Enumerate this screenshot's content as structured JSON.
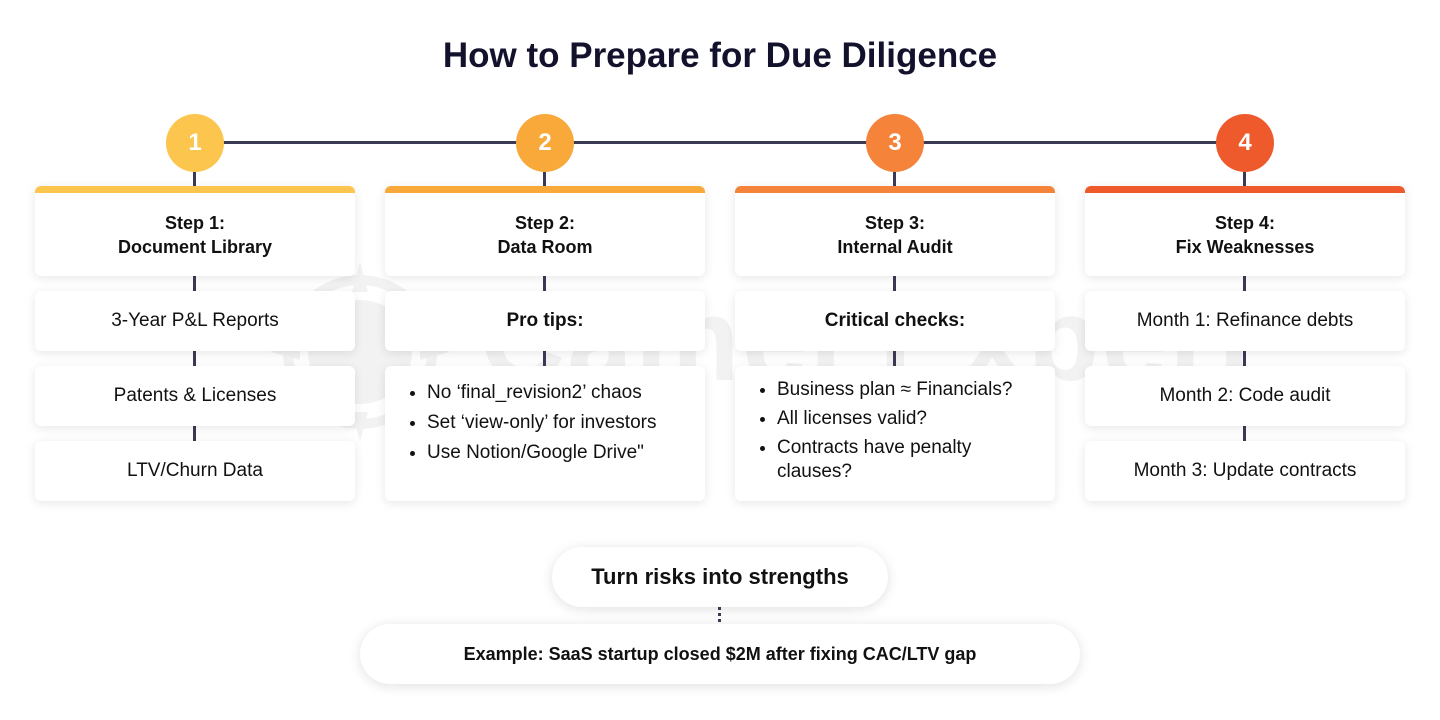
{
  "title": "How to Prepare for Due Diligence",
  "watermark": "Camel Expert",
  "colors": {
    "step1": "#fcc54e",
    "step2": "#f9a93a",
    "step3": "#f5833a",
    "step4": "#ef5a2c",
    "line": "#3b3a55"
  },
  "steps": [
    {
      "number": "1",
      "title_line1": "Step 1:",
      "title_line2": "Document Library",
      "items": [
        "3-Year P&L Reports",
        "Patents & Licenses",
        "LTV/Churn Data"
      ]
    },
    {
      "number": "2",
      "title_line1": "Step 2:",
      "title_line2": "Data Room",
      "heading": "Pro tips:",
      "bullets": [
        "No ‘final_revision2’ chaos",
        "Set ‘view-only’ for investors",
        "Use Notion/Google Drive\""
      ]
    },
    {
      "number": "3",
      "title_line1": "Step 3:",
      "title_line2": "Internal Audit",
      "heading": "Critical checks:",
      "bullets": [
        "Business plan ≈ Financials?",
        "All licenses valid?",
        "Contracts have penalty clauses?"
      ]
    },
    {
      "number": "4",
      "title_line1": "Step 4:",
      "title_line2": "Fix Weaknesses",
      "items": [
        "Month 1: Refinance debts",
        "Month 2: Code audit",
        "Month 3: Update contracts"
      ]
    }
  ],
  "conclusion": "Turn risks into strengths",
  "example": "Example: SaaS startup closed $2M after fixing CAC/LTV gap"
}
